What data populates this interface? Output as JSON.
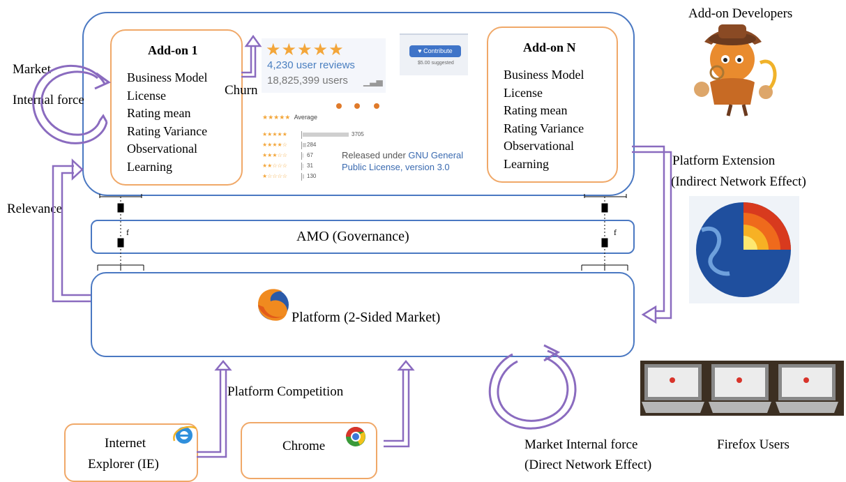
{
  "addon1": {
    "title": "Add-on 1",
    "lines": [
      "Business Model",
      "License",
      "Rating mean",
      "Rating Variance",
      "Observational",
      "Learning"
    ]
  },
  "addonN": {
    "title": "Add-on N",
    "lines": [
      "Business Model",
      "License",
      "Rating mean",
      "Rating Variance",
      "Observational",
      "Learning"
    ]
  },
  "left_labels": {
    "market": "Market",
    "internal_force": "Internal force",
    "relevance": "Relevance",
    "churn": "Churn"
  },
  "review_widget": {
    "stars": "★★★★★",
    "reviews": "4,230 user reviews",
    "users": "18,825,399 users",
    "contribute_label": "Contribute",
    "contribute_note": "$5.00 suggested"
  },
  "rating_breakdown": {
    "header_stars": "★★★★★",
    "header_label": "Average",
    "rows": [
      {
        "stars": "★★★★★",
        "count": "3705",
        "fraction": 1.0
      },
      {
        "stars": "★★★★☆",
        "count": "284",
        "fraction": 0.077
      },
      {
        "stars": "★★★☆☆",
        "count": "67",
        "fraction": 0.018
      },
      {
        "stars": "★★☆☆☆",
        "count": "31",
        "fraction": 0.008
      },
      {
        "stars": "★☆☆☆☆",
        "count": "130",
        "fraction": 0.035
      }
    ]
  },
  "license": {
    "prefix": "Released under ",
    "link_line1": "GNU General",
    "link_line2": "Public License, version 3.0"
  },
  "amo_label": "AMO (Governance)",
  "small_label_left": "f",
  "small_label_right": "f",
  "platform_label": "Platform (2-Sided Market)",
  "platform_competition": "Platform Competition",
  "ie_label_line1": "Internet",
  "ie_label_line2": "Explorer (IE)",
  "chrome_label": "Chrome",
  "market_force_line1": "Market Internal force",
  "market_force_line2": "(Direct Network Effect)",
  "firefox_users": "Firefox Users",
  "addon_developers": "Add-on Developers",
  "platform_ext_line1": "Platform Extension",
  "platform_ext_line2": "(Indirect Network Effect)",
  "colors": {
    "blue_border": "#4a78c2",
    "orange_border": "#f0a868",
    "purple_arrow": "#8a6bbf",
    "star_orange": "#f3a63a",
    "link_blue": "#3a6ab0"
  }
}
